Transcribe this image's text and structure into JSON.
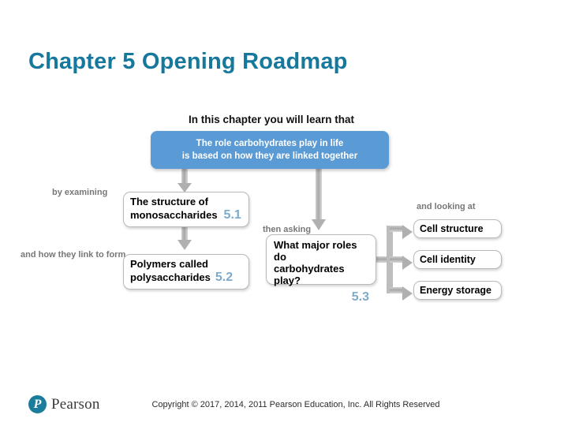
{
  "slide": {
    "title": "Chapter 5 Opening Roadmap"
  },
  "roadmap": {
    "heading": "In this chapter you will learn that",
    "main_statement_line1": "The role carbohydrates play in life",
    "main_statement_line2": "is based on how they are linked together",
    "captions": {
      "by_examining": "by examining",
      "and_how_they_link": "and how they link to form",
      "then_asking": "then asking",
      "and_looking_at": "and looking at"
    },
    "nodes": [
      {
        "id": "node-51",
        "line1": "The structure of",
        "line2": "monosaccharides",
        "section": "5.1"
      },
      {
        "id": "node-52",
        "line1": "Polymers called",
        "line2": "polysaccharides",
        "section": "5.2"
      },
      {
        "id": "node-53",
        "line1": "What major roles do",
        "line2": "carbohydrates play?",
        "section": "5.3"
      }
    ],
    "outcomes": [
      {
        "label": "Cell structure"
      },
      {
        "label": "Cell identity"
      },
      {
        "label": "Energy storage"
      }
    ],
    "colors": {
      "title": "#16789c",
      "main_box": "#5b9bd5",
      "section_number": "#7fabca",
      "arrow": "#b5b5b5",
      "caption": "#777777"
    }
  },
  "footer": {
    "copyright": "Copyright © 2017, 2014, 2011 Pearson Education, Inc. All Rights Reserved",
    "logo_mark": "P",
    "logo_word": "Pearson"
  }
}
